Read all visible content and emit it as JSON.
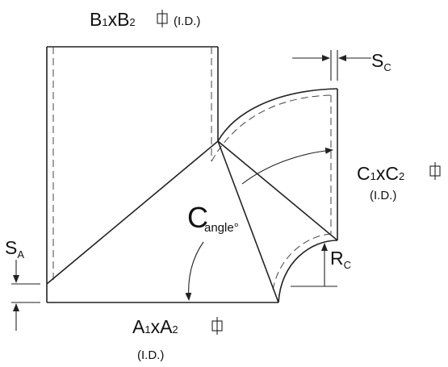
{
  "labels": {
    "b_dim": {
      "b1": "B",
      "b1_sub": "1",
      "x": "x",
      "b2": "B",
      "b2_sub": "2",
      "id": "(I.D.)"
    },
    "c_dim": {
      "c1": "C",
      "c1_sub": "1",
      "x": "x",
      "c2": "C",
      "c2_sub": "2",
      "id": "(I.D.)"
    },
    "a_dim": {
      "a1": "A",
      "a1_sub": "1",
      "x": "x",
      "a2": "A",
      "a2_sub": "2",
      "id": "(I.D.)"
    },
    "angle": {
      "main": "C",
      "sub": "angle",
      "deg": "°"
    },
    "sc": {
      "main": "S",
      "sub": "C"
    },
    "sa": {
      "main": "S",
      "sub": "A"
    },
    "rc": {
      "main": "R",
      "sub": "C"
    }
  },
  "colors": {
    "line": "#222222",
    "background": "#ffffff"
  }
}
